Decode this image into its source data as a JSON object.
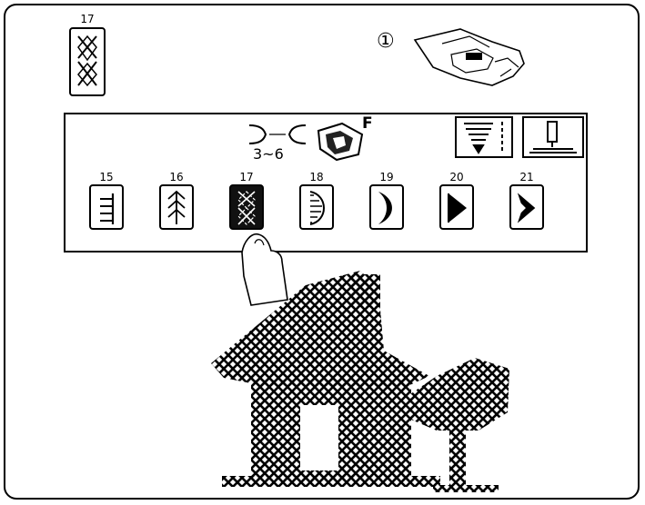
{
  "current_pattern": {
    "number": "17",
    "icon": "cross-stitch-icon"
  },
  "presser_foot": {
    "marker": "①",
    "icon": "presser-foot-icon"
  },
  "info_bar": {
    "width_range": "3~6",
    "foot_letter": "F",
    "foot_icon": "satin-foot-icon",
    "tension_icon": "thread-tension-icon",
    "needle_icon": "needle-position-icon"
  },
  "patterns": [
    {
      "number": "15",
      "icon": "comb-stitch-icon",
      "selected": false
    },
    {
      "number": "16",
      "icon": "feather-stitch-icon",
      "selected": false
    },
    {
      "number": "17",
      "icon": "cross-stitch-icon",
      "selected": true
    },
    {
      "number": "18",
      "icon": "blanket-scallop-icon",
      "selected": false
    },
    {
      "number": "19",
      "icon": "crescent-satin-icon",
      "selected": false
    },
    {
      "number": "20",
      "icon": "arrow-satin-icon",
      "selected": false
    },
    {
      "number": "21",
      "icon": "chevron-satin-icon",
      "selected": false
    }
  ],
  "illustration": {
    "icon": "cross-stitch-house-illustration"
  }
}
